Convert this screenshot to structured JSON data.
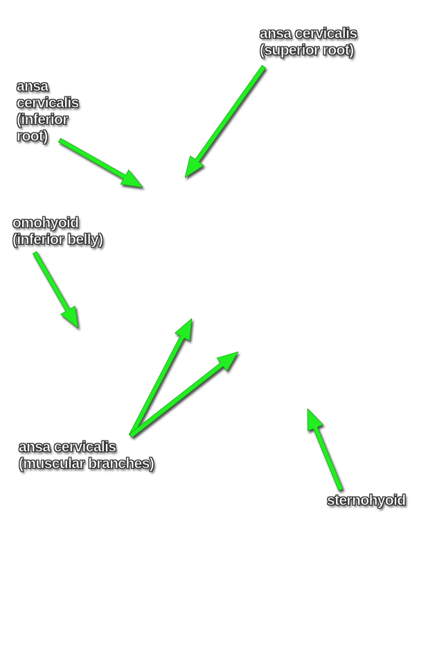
{
  "labels": {
    "superior_root": [
      "ansa cervicalis",
      "(superior root)"
    ],
    "inferior_root": [
      "ansa",
      "cervicalis",
      "(inferior",
      "root)"
    ],
    "omohyoid": [
      "omohyoid",
      "(inferior belly)"
    ],
    "muscular_branches": [
      "ansa cervicalis",
      "(muscular branches)"
    ],
    "sternohyoid": [
      "sternohyoid"
    ]
  },
  "colors": {
    "arrow": "#22ee22",
    "label_text": "#ffffff",
    "label_outline": "#333333",
    "background": "#ffffff"
  }
}
